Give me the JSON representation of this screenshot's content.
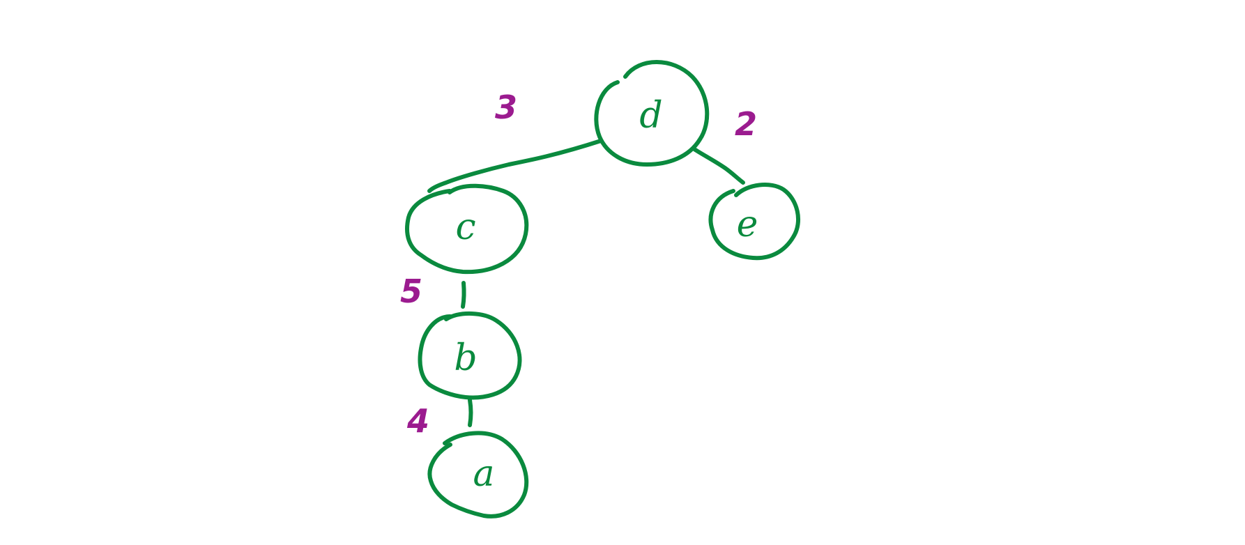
{
  "colors": {
    "background": "#ffffff",
    "node": "#0a8a3e",
    "edge": "#0a8a3e",
    "weight": "#9b1b8f"
  },
  "nodes": [
    {
      "id": "d",
      "label": "d"
    },
    {
      "id": "c",
      "label": "c"
    },
    {
      "id": "e",
      "label": "e"
    },
    {
      "id": "b",
      "label": "b"
    },
    {
      "id": "a",
      "label": "a"
    }
  ],
  "edges": [
    {
      "from": "d",
      "to": "c",
      "weight": "3"
    },
    {
      "from": "d",
      "to": "e",
      "weight": "2"
    },
    {
      "from": "c",
      "to": "b",
      "weight": "5"
    },
    {
      "from": "b",
      "to": "a",
      "weight": "4"
    }
  ]
}
